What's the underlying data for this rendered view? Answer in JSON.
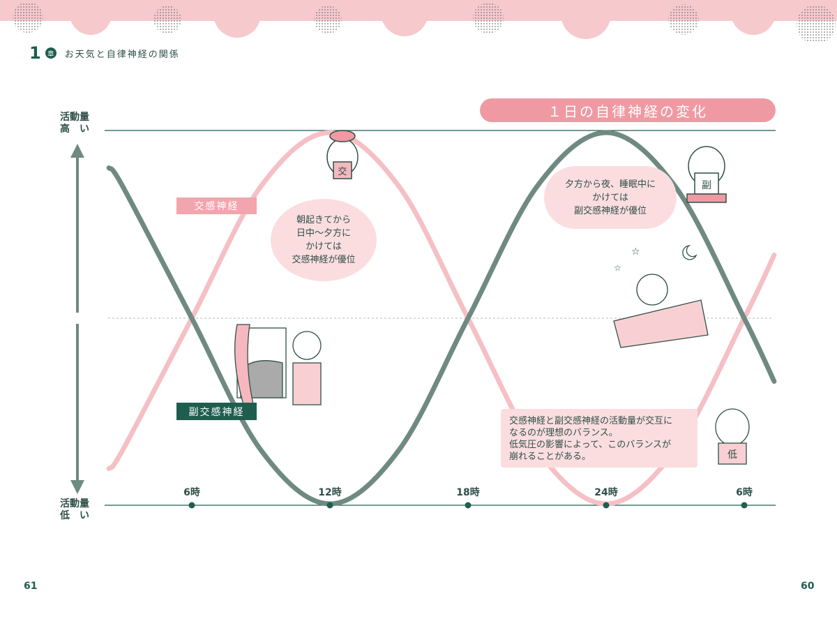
{
  "header": {
    "chapter_number": "1",
    "chapter_badge": "章",
    "chapter_title": "お天気と自律神経の関係"
  },
  "title": "１日の自律神経の変化",
  "y_axis": {
    "high_label_1": "活動量",
    "high_label_2": "高　い",
    "low_label_1": "活動量",
    "low_label_2": "低　い"
  },
  "tags": {
    "sympathetic": "交感神経",
    "parasympathetic": "副交感神経"
  },
  "bubble1": {
    "lines": [
      "朝起きてから",
      "日中〜夕方に",
      "かけては",
      "交感神経が優位"
    ]
  },
  "bubble2": {
    "lines": [
      "夕方から夜、睡眠中に",
      "かけては",
      "副交感神経が優位"
    ]
  },
  "note": {
    "lines": [
      "交感神経と副交感神経の活動量が交互に",
      "なるのが理想のバランス。",
      "低気圧の影響によって、このバランスが",
      "崩れることがある。"
    ]
  },
  "characters": {
    "sympathetic_face": "交",
    "parasympathetic_face": "副",
    "low_pressure_face": "低"
  },
  "page_numbers": {
    "left": "61",
    "right": "60"
  },
  "colors": {
    "pink": "#f5b8be",
    "green": "#6f8a80",
    "dark_green": "#1f5e4f",
    "accent_pink": "#ef9aa3"
  },
  "chart_data": {
    "type": "line",
    "title": "１日の自律神経の変化",
    "xlabel": "",
    "ylabel": "活動量",
    "x_ticks": [
      6,
      12,
      18,
      24,
      30
    ],
    "x_tick_labels": [
      "6時",
      "12時",
      "18時",
      "24時",
      "6時"
    ],
    "xlim": [
      2.4,
      31.3
    ],
    "ylim": [
      -1,
      1
    ],
    "x": [
      2.4,
      3,
      6,
      9,
      12,
      15,
      18,
      21,
      24,
      27,
      30,
      31.3
    ],
    "series": [
      {
        "name": "交感神経",
        "color": "#f5c0c5",
        "values": [
          -0.81,
          -0.71,
          0,
          0.71,
          1,
          0.71,
          0,
          -0.71,
          -1,
          -0.71,
          0,
          0.34
        ]
      },
      {
        "name": "副交感神経",
        "color": "#6f8a80",
        "values": [
          0.81,
          0.71,
          0,
          -0.71,
          -1,
          -0.71,
          0,
          0.71,
          1,
          0.71,
          0,
          -0.34
        ]
      }
    ]
  }
}
